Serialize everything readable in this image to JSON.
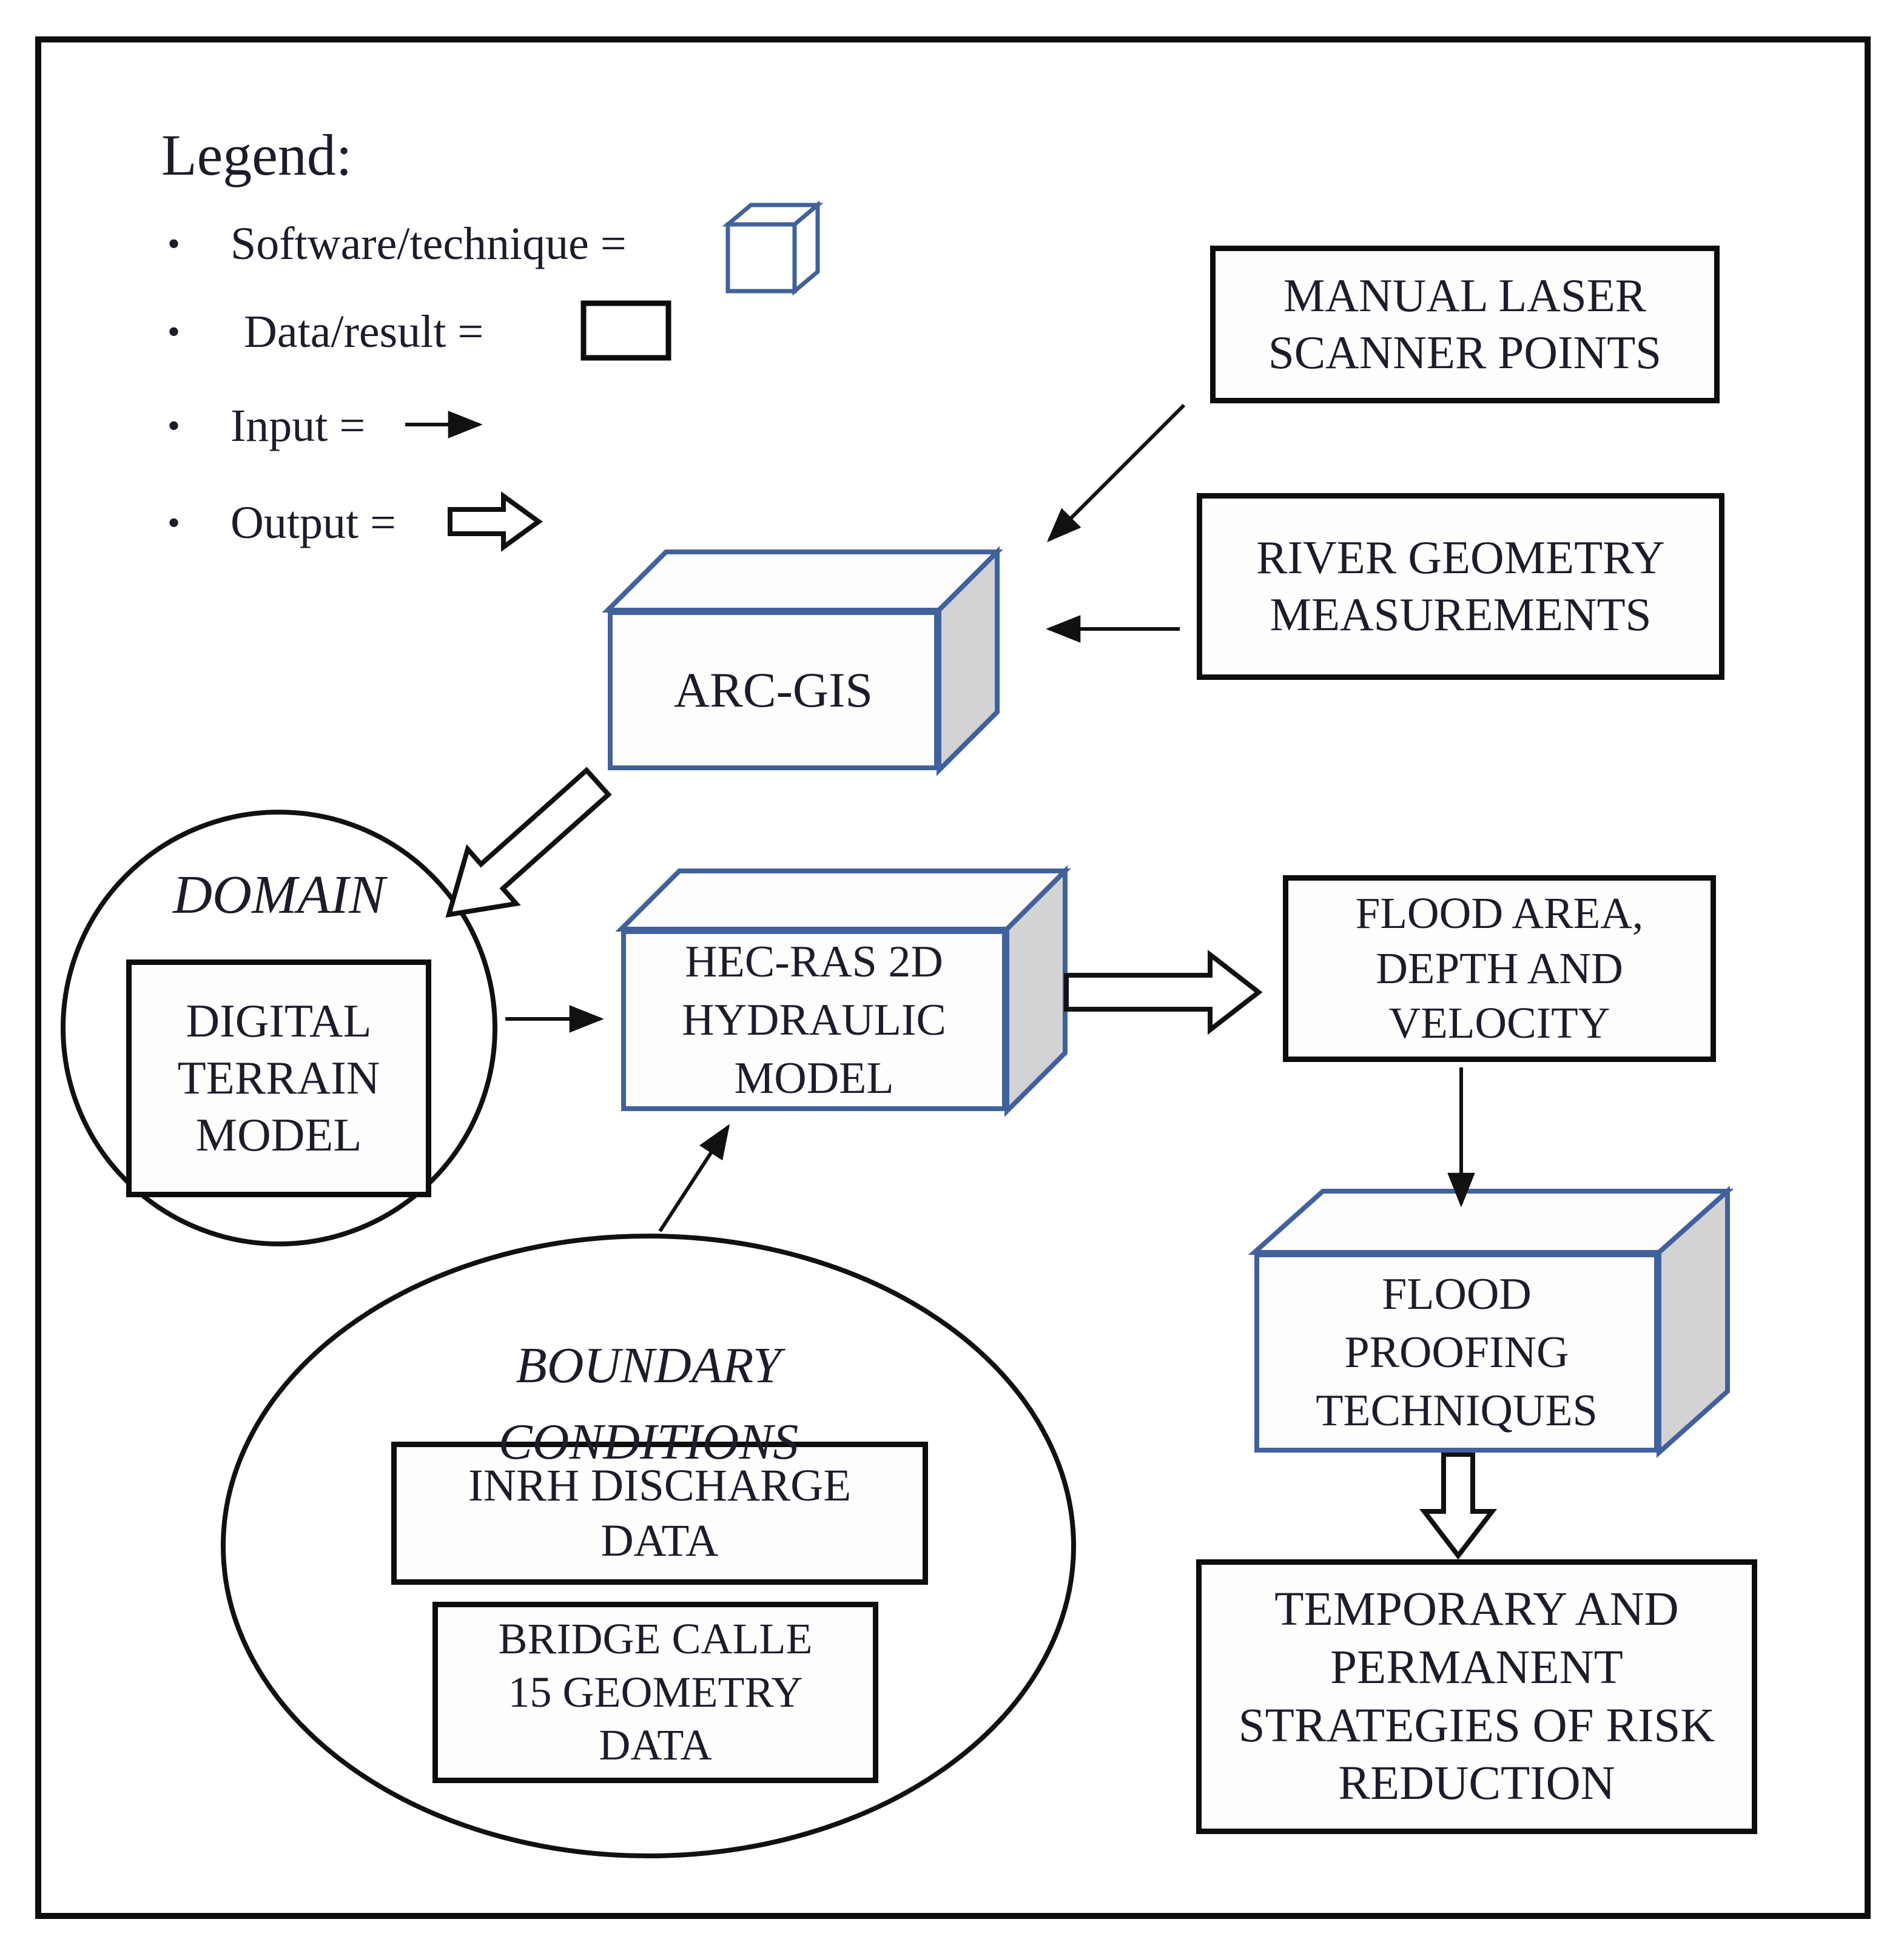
{
  "legend": {
    "title": "Legend:",
    "bullet": "•",
    "items": [
      {
        "label": "Software/technique =",
        "icon": "cube-3d-icon"
      },
      {
        "label": "Data/result =",
        "icon": "rectangle-icon"
      },
      {
        "label": "Input =",
        "icon": "thin-arrow-icon"
      },
      {
        "label": "Output =",
        "icon": "block-arrow-icon"
      }
    ]
  },
  "nodes": {
    "manual_laser": {
      "type": "data",
      "lines": [
        "MANUAL LASER",
        "SCANNER POINTS"
      ]
    },
    "river_geometry": {
      "type": "data",
      "lines": [
        "RIVER GEOMETRY",
        "MEASUREMENTS"
      ]
    },
    "arc_gis": {
      "type": "software",
      "lines": [
        "ARC-GIS"
      ]
    },
    "domain": {
      "type": "group-circle",
      "label": "DOMAIN"
    },
    "digital_terrain_model": {
      "type": "data",
      "lines": [
        "DIGITAL",
        "TERRAIN",
        "MODEL"
      ]
    },
    "hec_ras": {
      "type": "software",
      "lines": [
        "HEC-RAS 2D",
        "HYDRAULIC",
        "MODEL"
      ]
    },
    "flood_area": {
      "type": "data",
      "lines": [
        "FLOOD AREA,",
        "DEPTH AND",
        "VELOCITY"
      ]
    },
    "flood_proofing": {
      "type": "software",
      "lines": [
        "FLOOD",
        "PROOFING",
        "TECHNIQUES"
      ]
    },
    "boundary_conditions": {
      "type": "group-ellipse",
      "lines": [
        "BOUNDARY",
        "CONDITIONS"
      ]
    },
    "inrh_discharge": {
      "type": "data",
      "lines": [
        "INRH DISCHARGE",
        "DATA"
      ]
    },
    "bridge_calle": {
      "type": "data",
      "lines": [
        "BRIDGE CALLE",
        "15 GEOMETRY",
        "DATA"
      ]
    },
    "temporary_permanent": {
      "type": "data",
      "lines": [
        "TEMPORARY AND",
        "PERMANENT",
        "STRATEGIES OF RISK",
        "REDUCTION"
      ]
    }
  },
  "edges": [
    {
      "from": "manual_laser",
      "to": "arc_gis",
      "kind": "input-thin-arrow"
    },
    {
      "from": "river_geometry",
      "to": "arc_gis",
      "kind": "input-thin-arrow"
    },
    {
      "from": "arc_gis",
      "to": "domain",
      "kind": "output-block-arrow"
    },
    {
      "from": "domain",
      "to": "hec_ras",
      "kind": "input-thin-arrow"
    },
    {
      "from": "boundary_conditions",
      "to": "hec_ras",
      "kind": "input-thin-arrow"
    },
    {
      "from": "hec_ras",
      "to": "flood_area",
      "kind": "output-block-arrow"
    },
    {
      "from": "flood_area",
      "to": "flood_proofing",
      "kind": "input-thin-arrow"
    },
    {
      "from": "flood_proofing",
      "to": "temporary_permanent",
      "kind": "output-block-arrow"
    }
  ],
  "colors": {
    "box3d_edge": "#41619c",
    "box3d_side": "#d3d3d5",
    "box_border": "#0d0d0d",
    "text": "#1c1c2a",
    "background": "#ffffff"
  }
}
